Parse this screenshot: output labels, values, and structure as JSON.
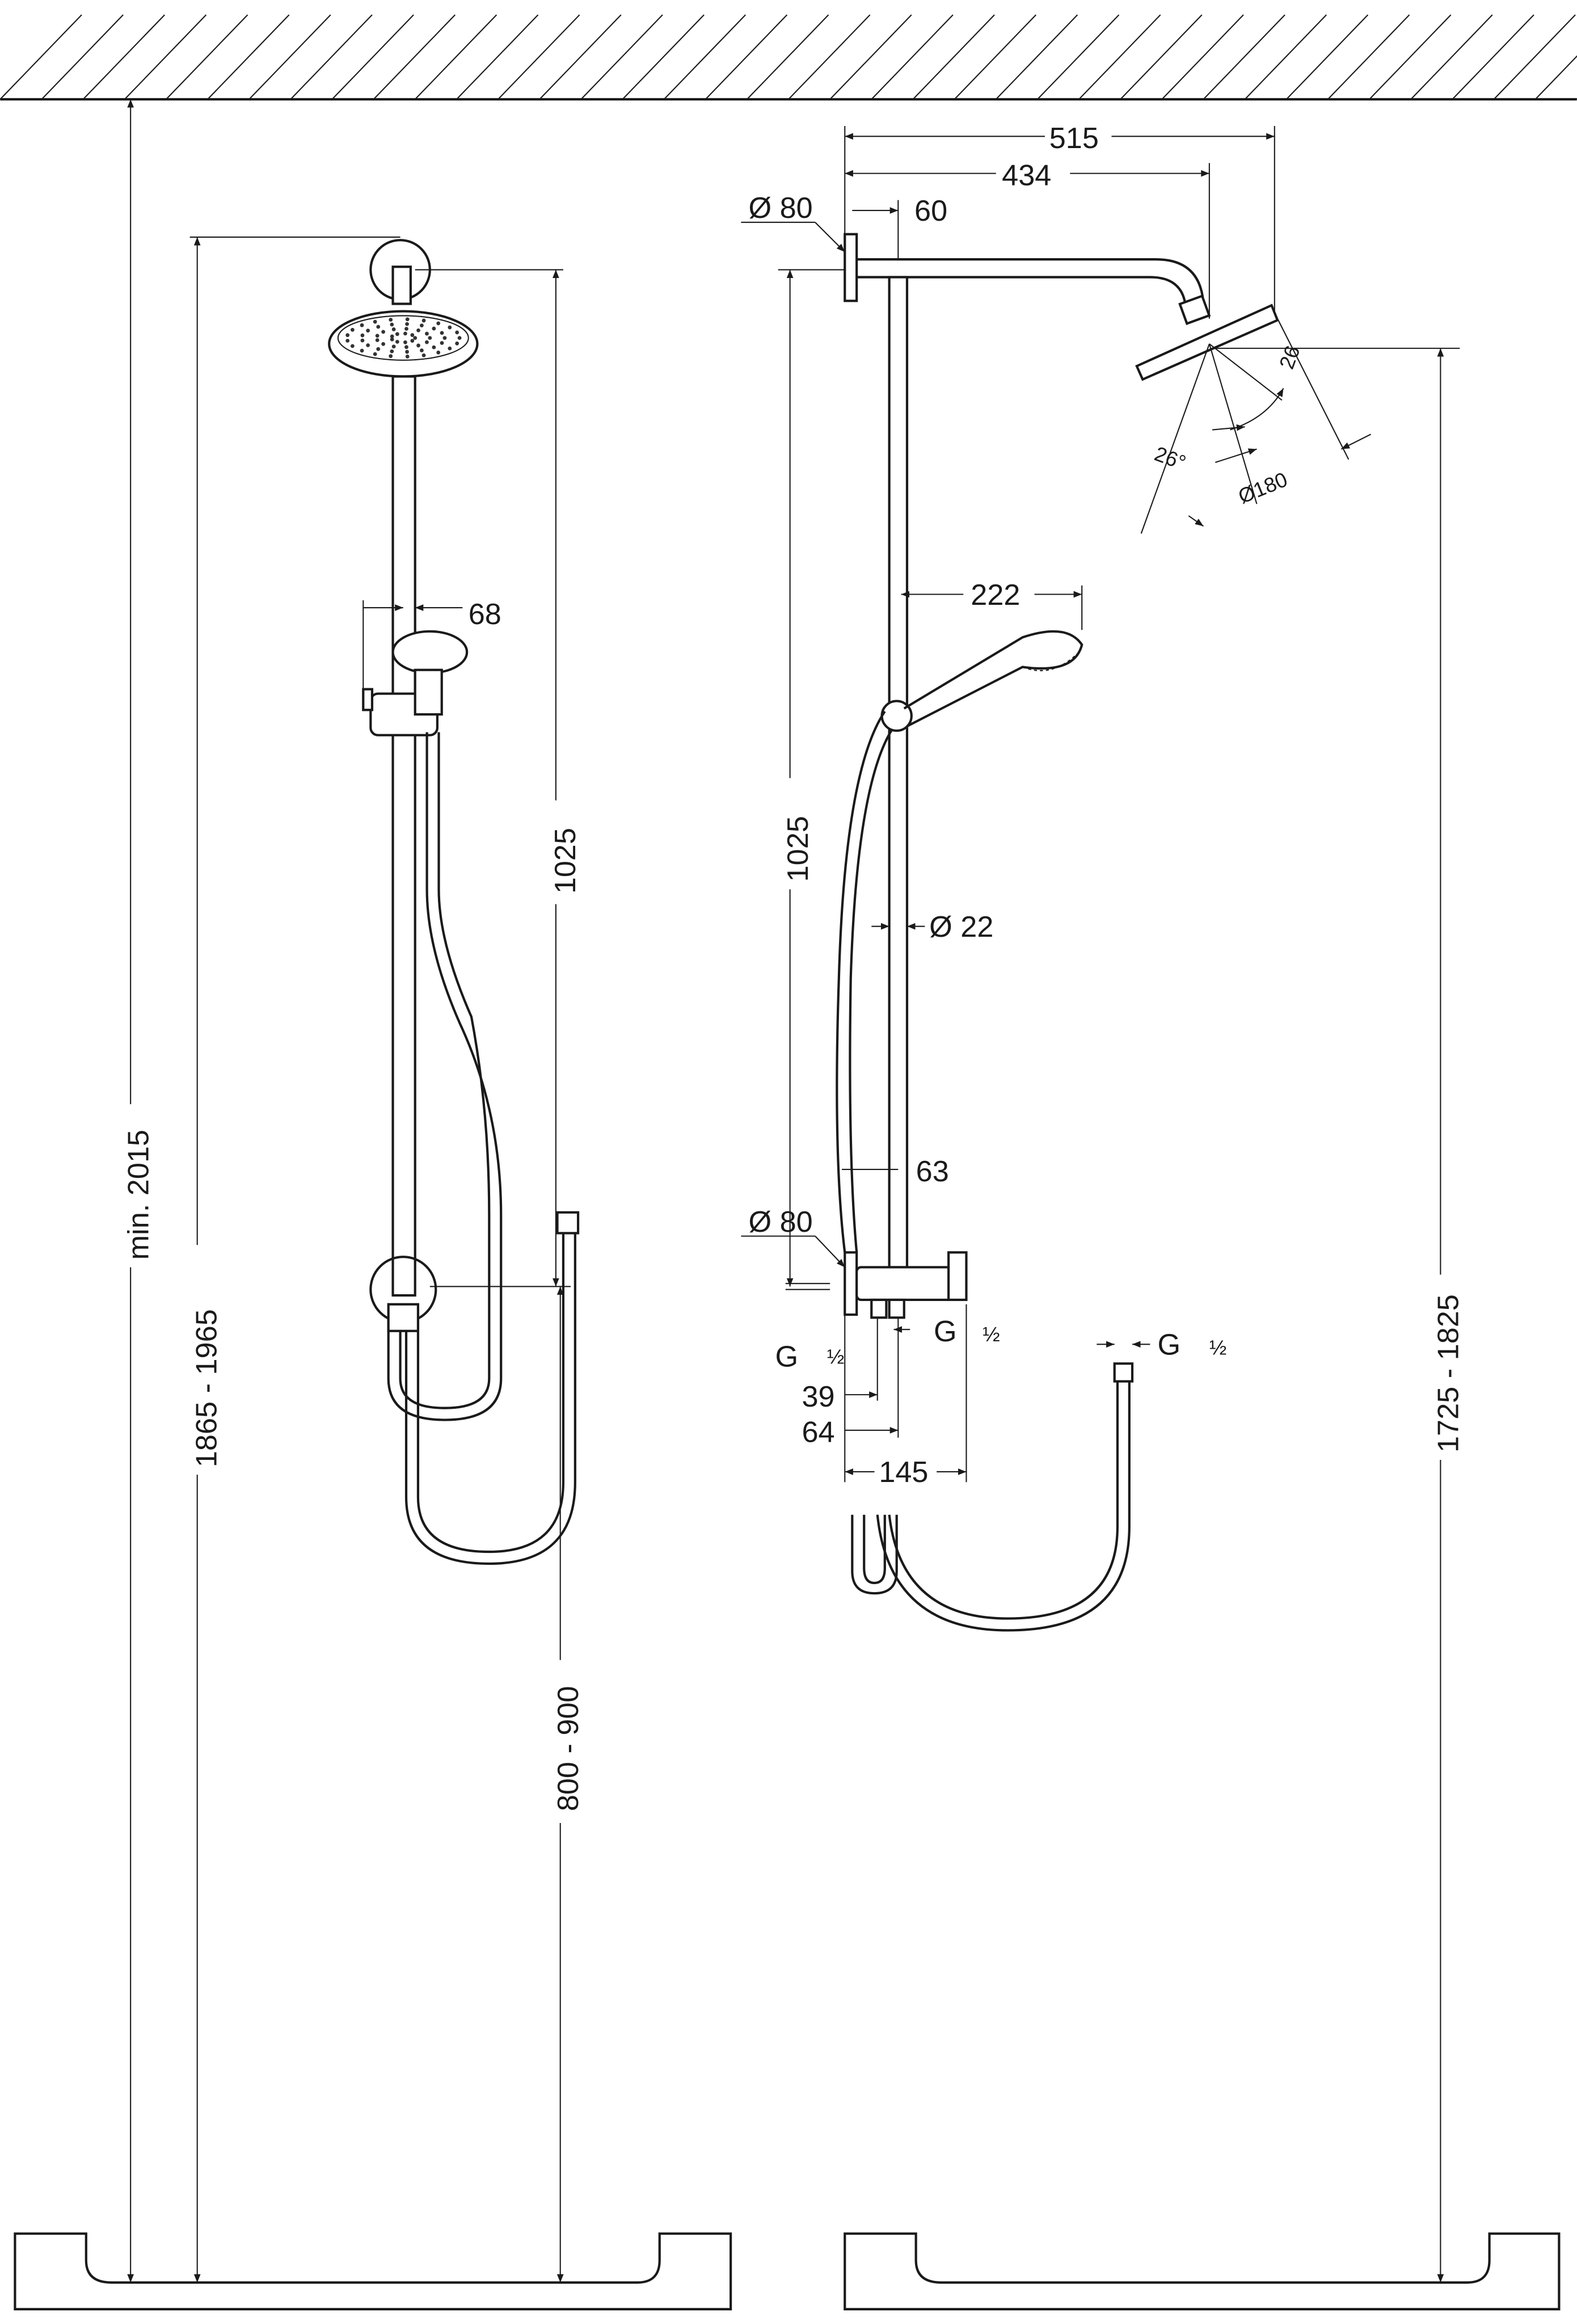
{
  "title": "Shower system dimension drawing",
  "dims": {
    "min_height": "min. 2015",
    "rail_height_range": "1865 - 1965",
    "handshower_offset": "68",
    "left_1025": "1025",
    "hose_holder_height": "800 - 900",
    "arm_515": "515",
    "arm_434": "434",
    "wall_disc_top": "Ø 80",
    "arm_60": "60",
    "angle_26_a": "26",
    "angle_26_b": "26°",
    "head_diameter": "Ø180",
    "handshower_222": "222",
    "right_1025": "1025",
    "rail_diameter": "Ø  22",
    "offset_63": "63",
    "wall_disc_bottom": "Ø 80",
    "g_left": "G",
    "half_left": "½",
    "g_mid": "G",
    "half_mid": "½",
    "dim_39": "39",
    "dim_64": "64",
    "dim_145": "145",
    "g_hose": "G",
    "half_hose": "½",
    "head_height_range": "1725 - 1825"
  }
}
